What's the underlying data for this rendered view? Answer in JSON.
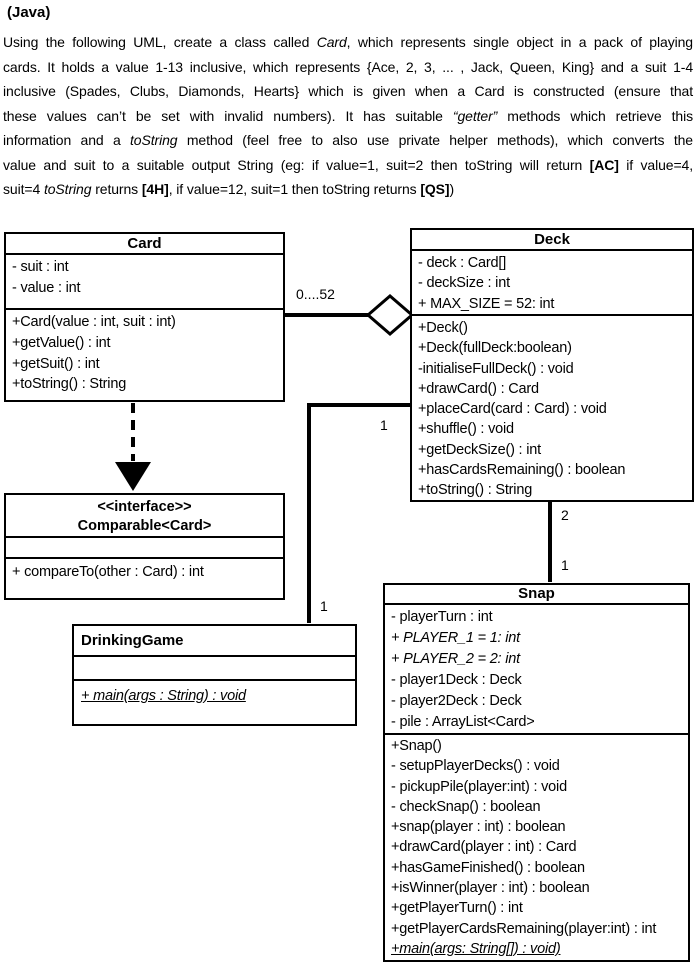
{
  "header": {
    "label": "(Java)"
  },
  "instructions": {
    "lines": [
      {
        "segments": [
          {
            "t": "Using the following UML, create a class called "
          },
          {
            "t": "Card",
            "style": "i"
          },
          {
            "t": ", which represents single object in a pack of playing"
          }
        ]
      },
      {
        "segments": [
          {
            "t": "cards. It holds a value 1-13 inclusive, which represents {Ace, 2, 3, ... , Jack, Queen, King} and a suit 1-4"
          }
        ]
      },
      {
        "segments": [
          {
            "t": "inclusive (Spades, Clubs, Diamonds, Hearts} which is given when a Card is constructed (ensure that"
          }
        ]
      },
      {
        "segments": [
          {
            "t": "these values can’t be set with invalid numbers). It has suitable "
          },
          {
            "t": "“getter”",
            "style": "i"
          },
          {
            "t": " methods which retrieve this"
          }
        ]
      },
      {
        "segments": [
          {
            "t": "information and a "
          },
          {
            "t": "toString",
            "style": "i"
          },
          {
            "t": " method (feel free to also use private helper methods), which converts the"
          }
        ]
      },
      {
        "segments": [
          {
            "t": "value and suit to a suitable output String (eg: if value=1, suit=2 then toString will return "
          },
          {
            "t": "[AC]",
            "style": "b"
          },
          {
            "t": " if value=4,"
          }
        ]
      },
      {
        "segments": [
          {
            "t": "suit=4 "
          },
          {
            "t": "toString",
            "style": "i"
          },
          {
            "t": " returns "
          },
          {
            "t": "[4H]",
            "style": "b"
          },
          {
            "t": ", if value=12, suit=1 then toString returns "
          },
          {
            "t": "[QS]",
            "style": "b"
          },
          {
            "t": ")"
          }
        ]
      }
    ]
  },
  "diagram": {
    "card": {
      "title": "Card",
      "attributes": [
        {
          "text": "- suit : int"
        },
        {
          "text": "- value : int"
        }
      ],
      "methods": [
        {
          "text": "+Card(value : int, suit : int)"
        },
        {
          "text": "+getValue() : int"
        },
        {
          "text": "+getSuit() : int"
        },
        {
          "text": "+toString() : String"
        }
      ]
    },
    "deck": {
      "title": "Deck",
      "attributes": [
        {
          "text": "- deck : Card[]"
        },
        {
          "text": "- deckSize : int"
        },
        {
          "text": "+ MAX_SIZE = 52: int"
        }
      ],
      "methods": [
        {
          "text": "+Deck()"
        },
        {
          "text": "+Deck(fullDeck:boolean)"
        },
        {
          "text": "-initialiseFullDeck() : void"
        },
        {
          "text": "+drawCard() : Card"
        },
        {
          "text": "+placeCard(card : Card) : void"
        },
        {
          "text": "+shuffle() : void"
        },
        {
          "text": "+getDeckSize() : int"
        },
        {
          "text": "+hasCardsRemaining() : boolean"
        },
        {
          "text": "+toString() : String"
        }
      ]
    },
    "comparable": {
      "stereotype": "<<interface>>",
      "title": "Comparable<Card>",
      "attributes": [],
      "methods": [
        {
          "text": "+ compareTo(other : Card) : int"
        }
      ]
    },
    "drinking_game": {
      "title": "DrinkingGame",
      "attributes": [],
      "methods": [
        {
          "text": "+ main(args : String) : void",
          "italic": true,
          "underline": true
        }
      ]
    },
    "snap": {
      "title": "Snap",
      "attributes": [
        {
          "text": "- playerTurn : int"
        },
        {
          "text": "+ PLAYER_1 = 1: int",
          "italic": true
        },
        {
          "text": "+ PLAYER_2 = 2: int",
          "italic": true
        },
        {
          "text": "- player1Deck : Deck"
        },
        {
          "text": "- player2Deck : Deck"
        },
        {
          "text": "- pile : ArrayList<Card>"
        }
      ],
      "methods": [
        {
          "text": "+Snap()"
        },
        {
          "text": "- setupPlayerDecks() : void"
        },
        {
          "text": "- pickupPile(player:int) : void"
        },
        {
          "text": "- checkSnap() : boolean"
        },
        {
          "text": "+snap(player : int) : boolean"
        },
        {
          "text": "+drawCard(player : int) : Card"
        },
        {
          "text": "+hasGameFinished() : boolean"
        },
        {
          "text": "+isWinner(player : int) : boolean"
        },
        {
          "text": "+getPlayerTurn() : int"
        },
        {
          "text": "+getPlayerCardsRemaining(player:int) : int"
        },
        {
          "text": "+main(args: String[]) : void)",
          "italic": true,
          "underline": true
        }
      ]
    },
    "relations": {
      "card_deck": {
        "type": "aggregation",
        "label": "0....52"
      },
      "card_comparable": {
        "type": "realization"
      },
      "deck_drinkinggame": {
        "type": "association",
        "mult_deck_end": "1",
        "mult_drinkinggame_end": "1"
      },
      "deck_snap": {
        "type": "association",
        "mult_deck_end": "2",
        "mult_snap_end": "1"
      }
    },
    "colors": {
      "line": "#000000",
      "box_background": "#ffffff",
      "text": "#000000"
    }
  }
}
